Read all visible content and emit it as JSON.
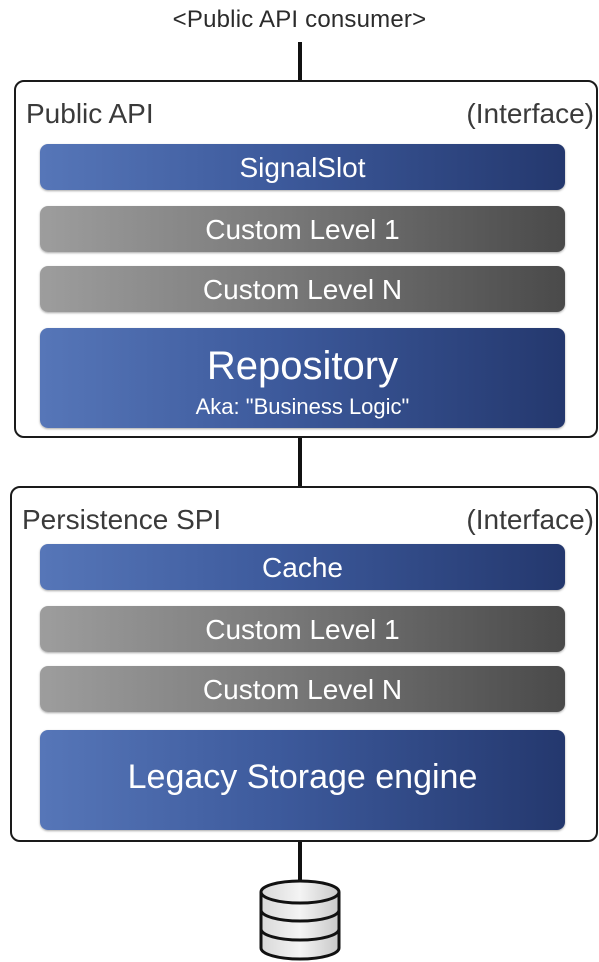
{
  "diagram": {
    "consumer_label": "<Public API consumer>",
    "public_api": {
      "title": "Public API",
      "tag": "(Interface)",
      "layers": {
        "signalslot": "SignalSlot",
        "custom_level_1": "Custom Level 1",
        "custom_level_n": "Custom Level N",
        "repository": "Repository",
        "repository_subtitle": "Aka: \"Business Logic\""
      }
    },
    "persistence_spi": {
      "title": "Persistence SPI",
      "tag": "(Interface)",
      "layers": {
        "cache": "Cache",
        "custom_level_1": "Custom Level 1",
        "custom_level_n": "Custom Level N",
        "legacy_storage": "Legacy Storage engine"
      }
    },
    "colors": {
      "blue_light": "#5676b8",
      "blue_dark": "#24386e",
      "grey_light": "#9d9d9d",
      "grey_dark": "#4a4a4a",
      "line": "#111111"
    },
    "database_icon": "database-cylinder-icon"
  }
}
